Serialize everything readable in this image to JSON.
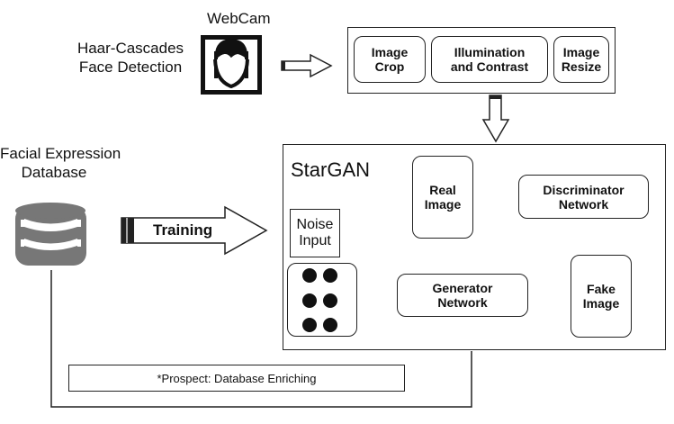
{
  "webcam": {
    "label": "WebCam"
  },
  "face_detection": {
    "line1": "Haar-Cascades",
    "line2": "Face Detection"
  },
  "preprocessing": {
    "image_crop": {
      "line1": "Image",
      "line2": "Crop"
    },
    "illumination": {
      "line1": "Illumination",
      "line2": "and Contrast"
    },
    "image_resize": {
      "line1": "Image",
      "line2": "Resize"
    }
  },
  "database": {
    "line1": "Facial Expression",
    "line2": "Database"
  },
  "training": {
    "label": "Training"
  },
  "stargan": {
    "title": "StarGAN",
    "noise_input": {
      "line1": "Noise",
      "line2": "Input"
    },
    "real_image": {
      "line1": "Real",
      "line2": "Image"
    },
    "discriminator": {
      "line1": "Discriminator",
      "line2": "Network"
    },
    "generator": {
      "line1": "Generator",
      "line2": "Network"
    },
    "fake_image": {
      "line1": "Fake",
      "line2": "Image"
    }
  },
  "prospect": {
    "label": "*Prospect: Database Enriching"
  },
  "icons": {
    "webcam": "face-scan-icon",
    "database": "database-icon",
    "noise": "noise-dots-icon"
  }
}
